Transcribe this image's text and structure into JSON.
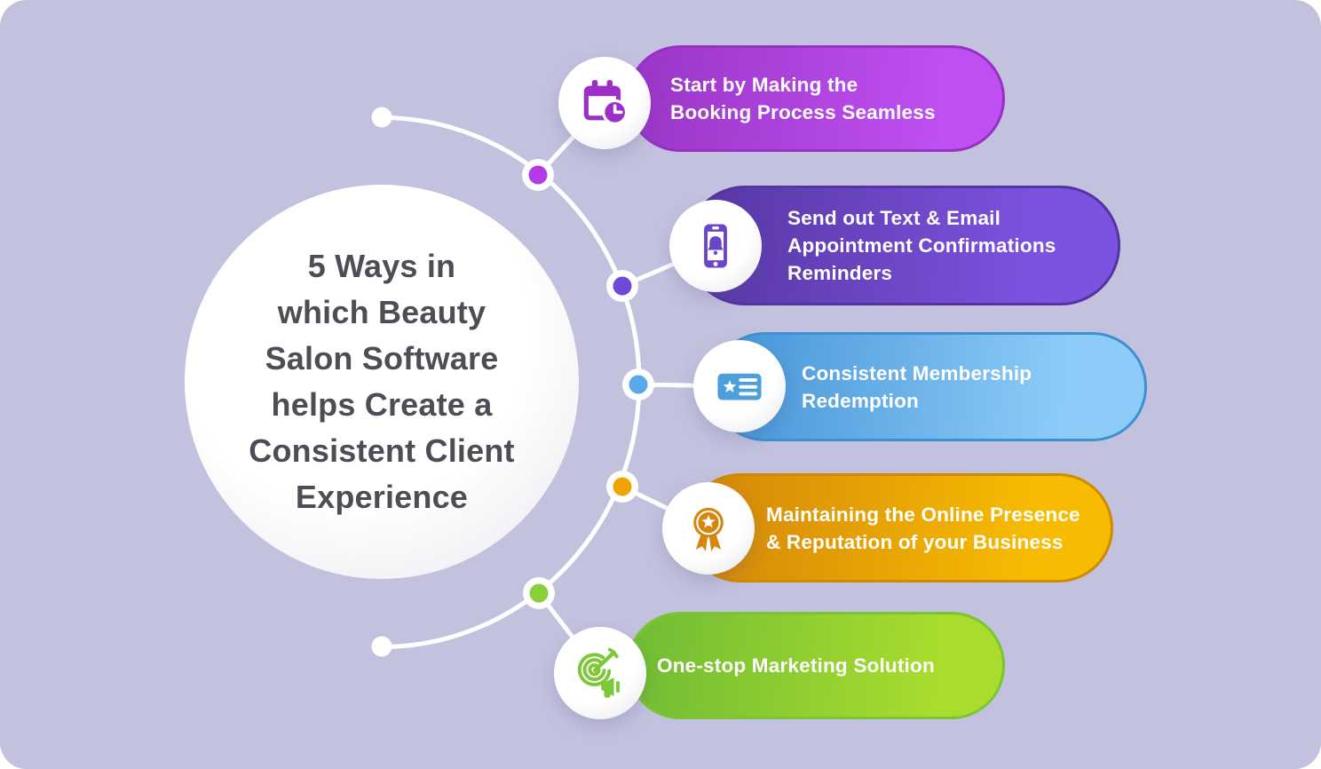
{
  "background_color": "#c2c1de",
  "title": {
    "text": "5 Ways in\nwhich Beauty\nSalon Software\nhelps Create a\nConsistent Client\nExperience",
    "color": "#4d4d56"
  },
  "steps": [
    {
      "label": "Start by Making the\nBooking Process Seamless",
      "icon": "calendar-clock-icon",
      "colors": {
        "from": "#9a35c6",
        "to": "#be4ff0",
        "rim": "#9930c3",
        "dot": "#b23be3",
        "icon": "#9c2fc8"
      }
    },
    {
      "label": "Send out Text & Email\nAppointment Confirmations\nReminders",
      "icon": "phone-bell-icon",
      "colors": {
        "from": "#5736a2",
        "to": "#7c53e0",
        "rim": "#5533a0",
        "dot": "#7049d6",
        "icon": "#6a44c9"
      }
    },
    {
      "label": "Consistent Membership\nRedemption",
      "icon": "membership-card-icon",
      "colors": {
        "from": "#4493d6",
        "to": "#8dccf9",
        "rim": "#3f90d3",
        "dot": "#59a9e9",
        "icon": "#4d9fdb"
      }
    },
    {
      "label": "Maintaining the Online Presence\n& Reputation of your Business",
      "icon": "award-ribbon-icon",
      "colors": {
        "from": "#d2850a",
        "to": "#f7bc01",
        "rim": "#cf8a00",
        "dot": "#f0a400",
        "icon": "#d8860b"
      }
    },
    {
      "label": "One-stop Marketing Solution",
      "icon": "marketing-target-icon",
      "colors": {
        "from": "#70bc35",
        "to": "#a9dc2d",
        "rim": "#7ac535",
        "dot": "#8bce3b",
        "icon": "#7dc837"
      }
    }
  ]
}
